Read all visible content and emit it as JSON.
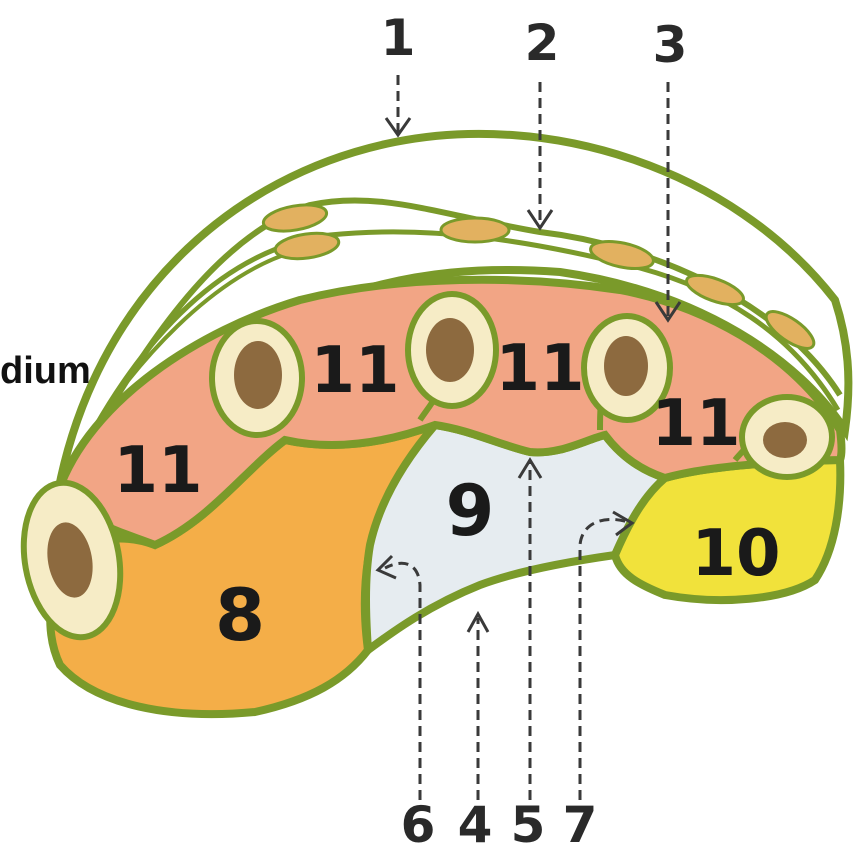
{
  "side_label": "dium",
  "callouts": [
    "1",
    "2",
    "3",
    "4",
    "5",
    "6",
    "7"
  ],
  "regions": {
    "r8": "8",
    "r9": "9",
    "r10": "10",
    "r11": "11"
  },
  "colors": {
    "outline": "#7a9a2a",
    "orange": "#f4ae48",
    "salmon": "#f2a585",
    "light": "#e6ecf0",
    "yellow": "#f1e23b",
    "cell": "#f6ecc6",
    "nucleus": "#8d6a3f",
    "seed": "#e2b160"
  }
}
